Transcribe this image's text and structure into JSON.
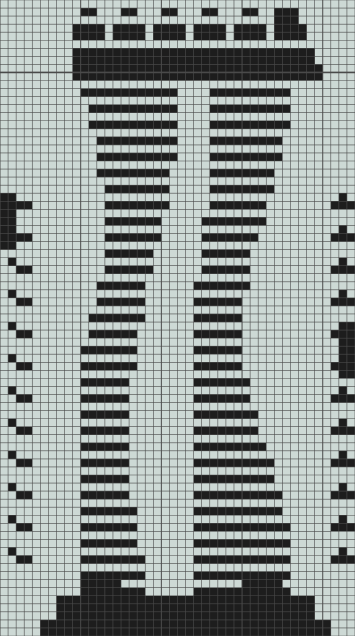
{
  "pattern": {
    "cell_columns": 44,
    "cell_rows": 79,
    "ink_color": "#1d1d1d",
    "paper_color": "#cdd9d5",
    "grid_color": "#4a4a4a",
    "grid": true,
    "divider_line_after_row": 9
  }
}
